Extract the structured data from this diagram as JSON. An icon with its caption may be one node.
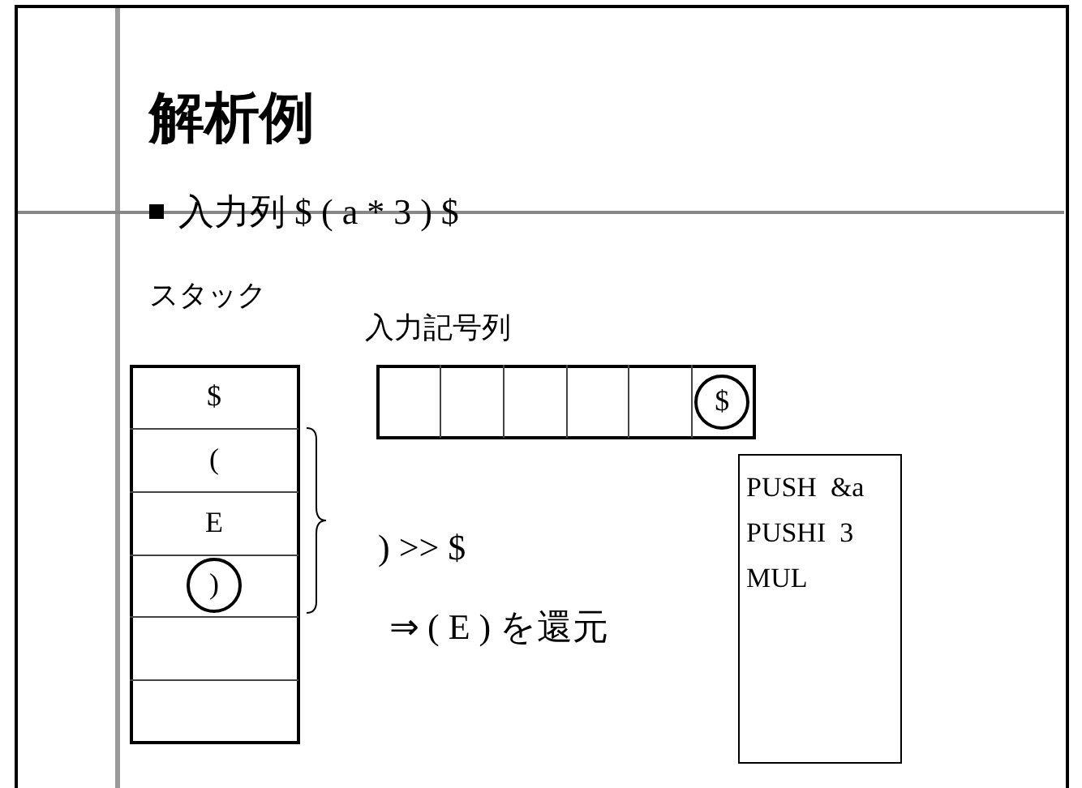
{
  "diagram": {
    "title": "解析例",
    "nodes": [
      {
        "text": [
          "スタック"
        ]
      },
      {
        "text": [
          "$"
        ],
        "in": 0
      },
      {
        "text": [
          "("
        ],
        "in": 0
      },
      {
        "text": [
          "E"
        ],
        "in": 0
      },
      {
        "text": [
          ")"
        ],
        "in": 0
      },
      {
        "text": [
          "入力記号列"
        ]
      },
      {
        "text": [
          "$"
        ],
        "in": 5
      },
      {
        "text": [
          "PUSH  &a",
          "PUSHI  3",
          "MUL"
        ]
      }
    ],
    "labels": [
      "入力列 $ ( a * 3 ) $",
      ") >> $",
      "⇒ ( E ) を還元"
    ]
  }
}
